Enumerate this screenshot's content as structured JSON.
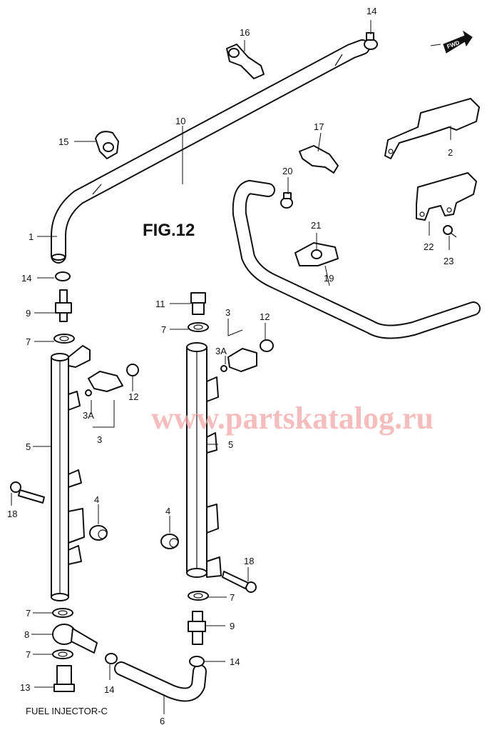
{
  "figure": {
    "title": "FIG.12",
    "caption": "FUEL INJECTOR-C",
    "watermark": "www.partskatalog.ru",
    "direction_badge": "FWD"
  },
  "callouts": {
    "c1": "1",
    "c2": "2",
    "c3a": "3",
    "c3b": "3",
    "c3a_a": "3A",
    "c3a_b": "3A",
    "c4a": "4",
    "c4b": "4",
    "c5a": "5",
    "c5b": "5",
    "c6": "6",
    "c7a": "7",
    "c7b": "7",
    "c7c": "7",
    "c7d": "7",
    "c7e": "7",
    "c8": "8",
    "c9a": "9",
    "c9b": "9",
    "c10": "10",
    "c11": "11",
    "c12a": "12",
    "c12b": "12",
    "c13": "13",
    "c14a": "14",
    "c14b": "14",
    "c14c": "14",
    "c14d": "14",
    "c15": "15",
    "c16": "16",
    "c17": "17",
    "c18a": "18",
    "c18b": "18",
    "c19": "19",
    "c20": "20",
    "c21": "21",
    "c22": "22",
    "c23": "23"
  },
  "colors": {
    "line": "#111111",
    "watermark": "#f2a7a7",
    "background": "#ffffff"
  }
}
